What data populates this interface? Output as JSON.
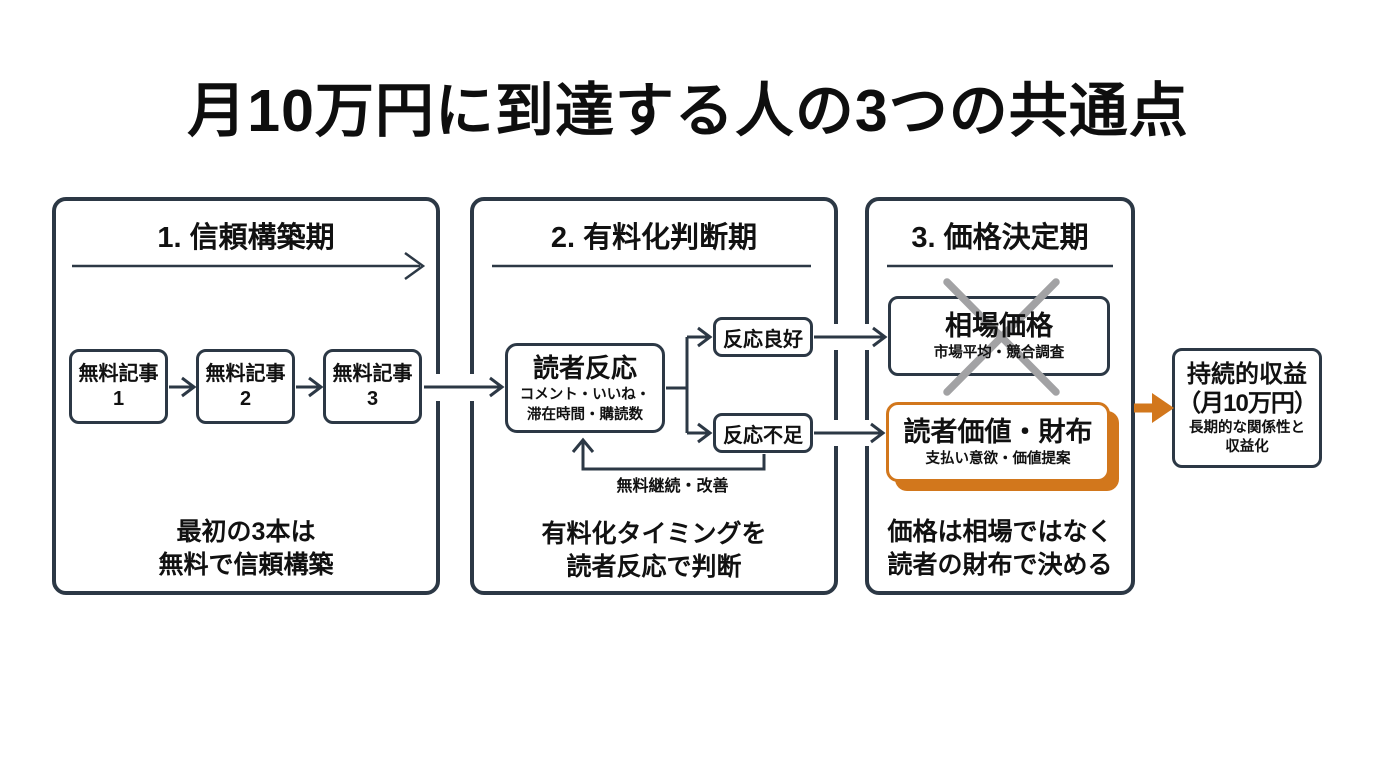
{
  "title": "月10万円に到達する人の3つの共通点",
  "colors": {
    "line": "#2c3845",
    "text": "#111111",
    "orange": "#d2771c",
    "cross": "#a2a2a4",
    "background": "#ffffff"
  },
  "panel1": {
    "heading": "1. 信頼構築期",
    "articles": [
      {
        "label": "無料記事",
        "number": "1"
      },
      {
        "label": "無料記事",
        "number": "2"
      },
      {
        "label": "無料記事",
        "number": "3"
      }
    ],
    "caption1": "最初の3本は",
    "caption2": "無料で信頼構築"
  },
  "panel2": {
    "heading": "2. 有料化判断期",
    "reader_response": {
      "title": "読者反応",
      "sub1": "コメント・いいね・",
      "sub2": "滞在時間・購読数"
    },
    "good_response": "反応良好",
    "poor_response": "反応不足",
    "feedback_label": "無料継続・改善",
    "caption1": "有料化タイミングを",
    "caption2": "読者反応で判断"
  },
  "panel3": {
    "heading": "3. 価格決定期",
    "market_price": {
      "title": "相場価格",
      "sub": "市場平均・競合調査"
    },
    "reader_value": {
      "title": "読者価値・財布",
      "sub": "支払い意欲・価値提案"
    },
    "caption1": "価格は相場ではなく",
    "caption2": "読者の財布で決める"
  },
  "result": {
    "title": "持続的収益",
    "subtitle": "（月10万円）",
    "sub1": "長期的な関係性と",
    "sub2": "収益化"
  }
}
